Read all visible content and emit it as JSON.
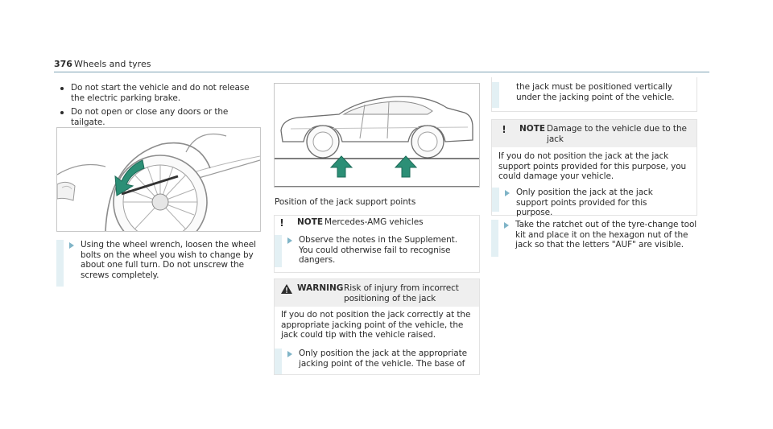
{
  "header": {
    "page_number": "376",
    "section_title": "Wheels and tyres"
  },
  "col1": {
    "bullets": [
      "Do not start the vehicle and do not release the electric parking brake.",
      "Do not open or close any doors or the tailgate."
    ],
    "step": "Using the wheel wrench, loosen the wheel bolts on the wheel you wish to change by about one full turn. Do not unscrew the screws completely."
  },
  "col2": {
    "caption": "Position of the jack support points",
    "note": {
      "label": "NOTE",
      "title": "Mercedes-AMG vehicles",
      "step": "Observe the notes in the Supplement. You could otherwise fail to recognise dangers."
    },
    "warning": {
      "label": "WARNING",
      "title": "Risk of injury from incorrect positioning of the jack",
      "body": "If you do not position the jack correctly at the appropriate jacking point of the vehicle, the jack could tip with the vehicle raised.",
      "step": "Only position the jack at the appropriate jacking point of the vehicle. The base of"
    }
  },
  "col3": {
    "cont": "the jack must be positioned vertically under the jacking point of the vehicle.",
    "note": {
      "label": "NOTE",
      "title": "Damage to the vehicle due to the jack",
      "body": "If you do not position the jack at the jack support points provided for this purpose, you could damage your vehicle.",
      "step": "Only position the jack at the jack support points provided for this purpose."
    },
    "step": "Take the ratchet out of the tyre-change tool kit and place it on the hexagon nut of the jack so that the letters \"AUF\" are visible."
  },
  "colors": {
    "accent": "#7fb4c7",
    "arrow": "#2c8f76",
    "bar": "#e3f0f4"
  },
  "icons": [
    "notice-icon",
    "warning-icon",
    "step-arrow-icon",
    "bullet-dot-icon"
  ]
}
